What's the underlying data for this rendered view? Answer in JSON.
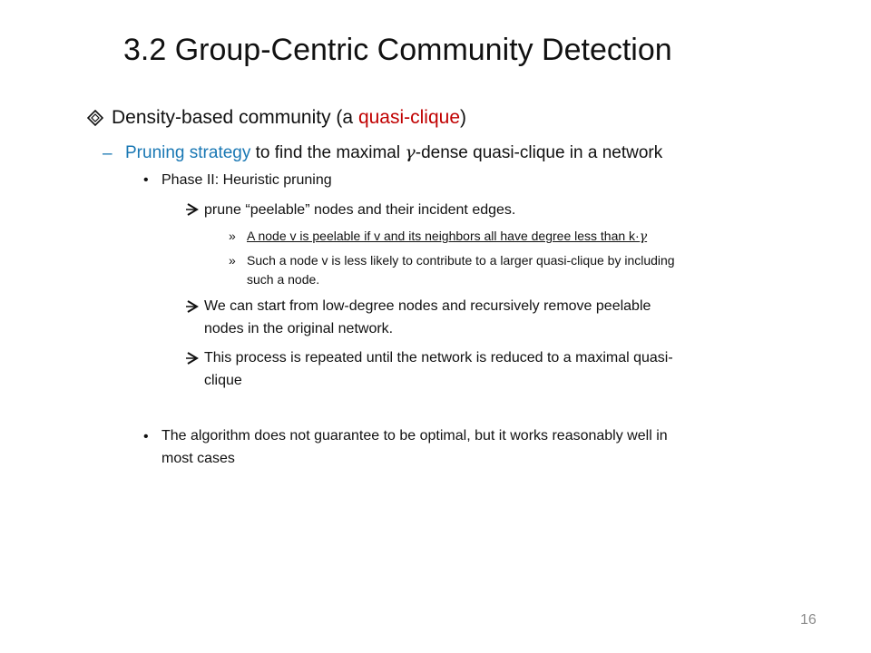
{
  "slide": {
    "title": "3.2 Group-Centric Community Detection",
    "page_number": "16"
  },
  "bullet1": {
    "icon": "diamond-bullet-icon",
    "prefix": "Density-based community (a ",
    "highlight": "quasi-clique",
    "suffix": ")",
    "highlight_color": "#c00000"
  },
  "bullet2": {
    "marker": "–",
    "highlight": "Pruning strategy",
    "text_a": " to find the maximal ",
    "gamma": "γ",
    "text_b": "-dense quasi-clique in a network",
    "highlight_color": "#1a78b4"
  },
  "phase": {
    "marker": "•",
    "text": "Phase II: Heuristic pruning"
  },
  "arrow1": {
    "icon": "arrow-bullet-icon",
    "text": "prune “peelable” nodes and their incident edges."
  },
  "sub1": {
    "marker": "»",
    "text": "A node v is peelable if v and its neighbors all have degree less than k·",
    "gamma": "γ"
  },
  "sub2": {
    "marker": "»",
    "line1": "Such a node v is less likely to contribute to a larger quasi-clique by including",
    "line2": "such a node."
  },
  "arrow2": {
    "icon": "arrow-bullet-icon",
    "line1": "We can start from low-degree nodes and recursively remove peelable",
    "line2": "nodes in the original network."
  },
  "arrow3": {
    "icon": "arrow-bullet-icon",
    "line1": "This process is repeated until the network is reduced to a maximal quasi-",
    "line2": "clique"
  },
  "algo": {
    "marker": "•",
    "line1": "The algorithm does not guarantee to be optimal, but it works reasonably well in",
    "line2": "most cases"
  }
}
